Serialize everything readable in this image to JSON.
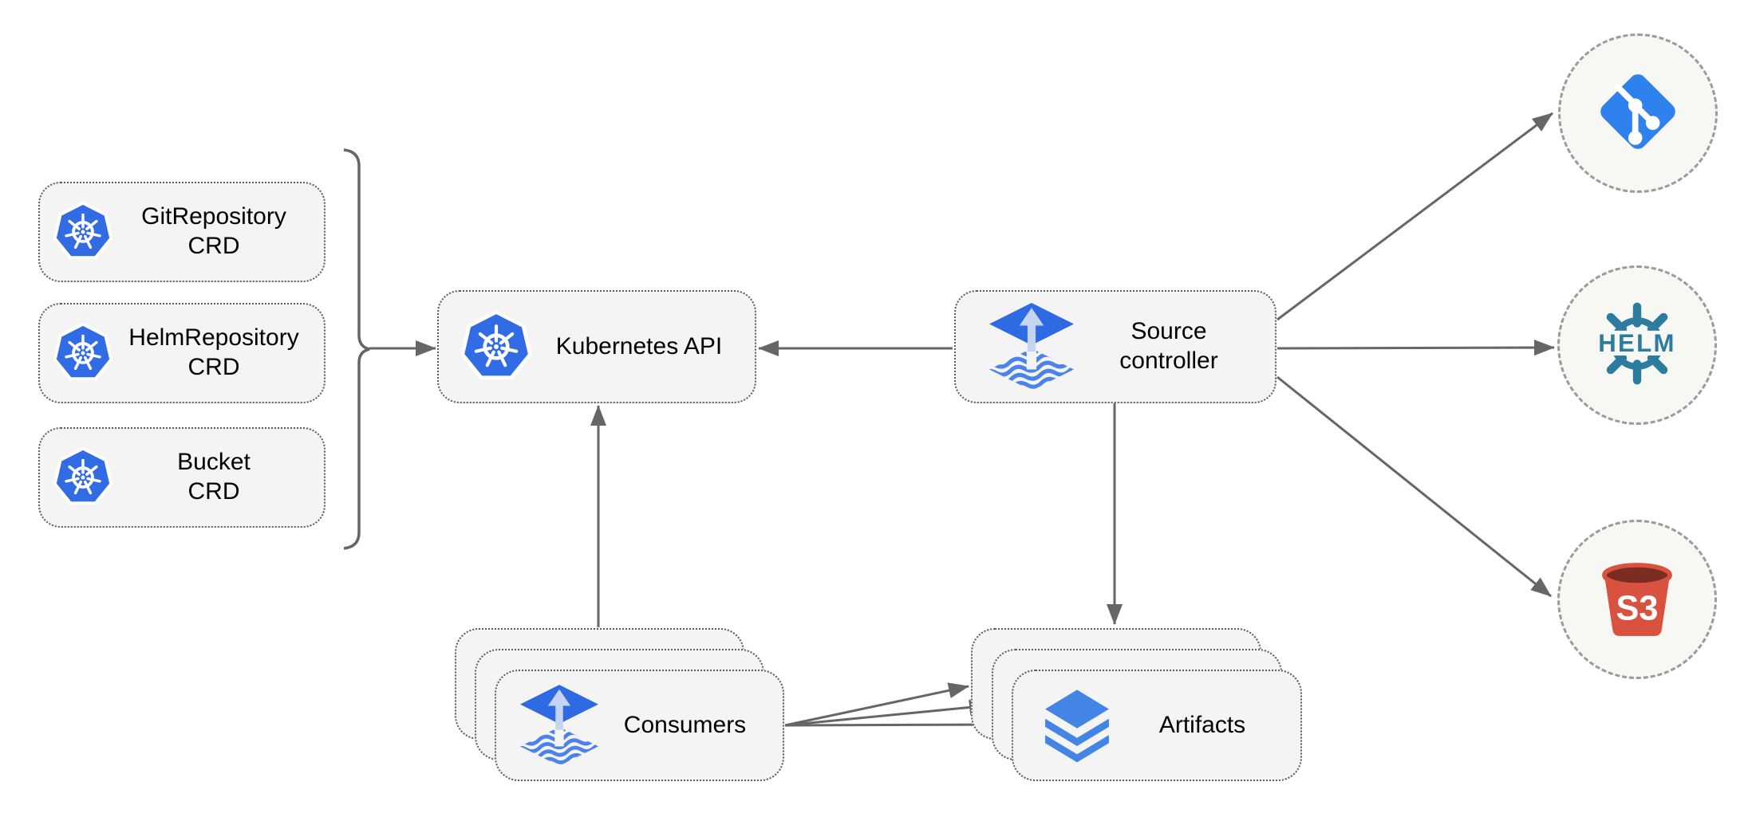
{
  "diagram": {
    "description": "Flux source-controller architecture diagram",
    "crds": [
      {
        "name": "GitRepository",
        "type": "CRD"
      },
      {
        "name": "HelmRepository",
        "type": "CRD"
      },
      {
        "name": "Bucket",
        "type": "CRD"
      }
    ],
    "kubernetes_api": {
      "label": "Kubernetes API"
    },
    "source_controller": {
      "line1": "Source",
      "line2": "controller"
    },
    "consumers": {
      "label": "Consumers"
    },
    "artifacts": {
      "label": "Artifacts"
    },
    "externals": {
      "git": {
        "icon": "git-icon"
      },
      "helm": {
        "icon": "helm-icon",
        "text": "HELM"
      },
      "s3": {
        "icon": "s3-bucket-icon",
        "text": "S3"
      }
    },
    "colors": {
      "kubernetes_blue": "#326ce5",
      "flux_diamond_blue": "#2e6ae2",
      "flux_arrow_light": "#c5d4f2",
      "flux_wave_blue": "#4b82ec",
      "git_blue": "#2f81ed",
      "helm_teal": "#2b7c9e",
      "s3_red": "#d9523f",
      "s3_dark_red": "#7a2d20",
      "layers_blue": "#4285e4",
      "line_gray": "#666666",
      "box_fill": "#f4f4f4",
      "circle_fill": "#f7f7f3",
      "text_color": "#000000"
    }
  }
}
